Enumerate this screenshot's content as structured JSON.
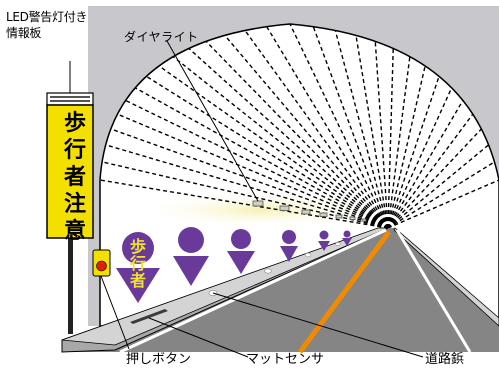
{
  "labels": {
    "led_sign_line1": "LED警告灯付き",
    "led_sign_line2": "情報板",
    "diamond_light": "ダイヤライト",
    "push_button": "押しボタン",
    "mat_sensor": "マットセンサ",
    "road_stud": "道路鋲"
  },
  "sign_text": [
    "歩",
    "行",
    "者",
    "注",
    "意"
  ],
  "road_marking_text": [
    "歩",
    "行",
    "者"
  ],
  "colors": {
    "background": "#c8c8cc",
    "sign_yellow": "#f4e000",
    "pedestrian_marking": "#6a3a9a",
    "marking_text": "#f0e030",
    "road": "#828282",
    "center_line": "#f08a00",
    "edge_line": "#ffffff",
    "push_button_red": "#e02000",
    "light_beam": "#f4efb0"
  },
  "icons": [
    "led-warning-light-icon",
    "push-button-icon",
    "tunnel-lighting-rays",
    "pedestrian-marking-icon"
  ]
}
